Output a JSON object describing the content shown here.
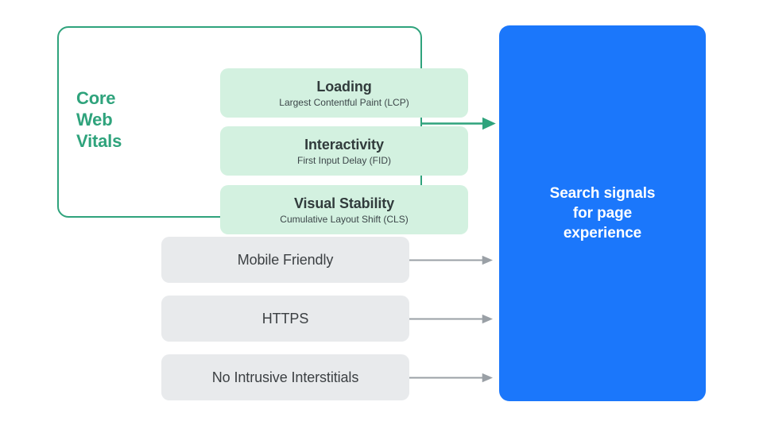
{
  "diagram": {
    "title": "Search signals for page experience",
    "colors": {
      "green_accent": "#2FA37C",
      "mint_fill": "#D3F1E0",
      "gray_fill": "#E8EAEC",
      "blue_panel": "#1B77FB",
      "gray_arrow": "#9AA0A6",
      "dark_text": "#3C4043",
      "white": "#FFFFFF",
      "background": "#FFFFFF"
    }
  },
  "core_web_vitals": {
    "label_lines": [
      "Core",
      "Web",
      "Vitals"
    ],
    "label_full": "Core Web Vitals",
    "metrics": [
      {
        "title": "Loading",
        "subtitle": "Largest Contentful Paint (LCP)",
        "abbr": "LCP"
      },
      {
        "title": "Interactivity",
        "subtitle": "First Input Delay (FID)",
        "abbr": "FID"
      },
      {
        "title": "Visual Stability",
        "subtitle": "Cumulative Layout Shift (CLS)",
        "abbr": "CLS"
      }
    ]
  },
  "other_signals": [
    {
      "label": "Mobile Friendly"
    },
    {
      "label": "HTTPS"
    },
    {
      "label": "No Intrusive Interstitials"
    }
  ],
  "output_panel": {
    "line1": "Search signals",
    "line2": "for page",
    "line3": "experience",
    "text": "Search signals for page experience"
  },
  "arrows": [
    {
      "name": "core-web-vitals-arrow",
      "color": "#2FA37C",
      "from": "core-web-vitals-group",
      "to": "search-signals-panel"
    },
    {
      "name": "mobile-friendly-arrow",
      "color": "#9AA0A6",
      "from": "mobile-friendly-box",
      "to": "search-signals-panel"
    },
    {
      "name": "https-arrow",
      "color": "#9AA0A6",
      "from": "https-box",
      "to": "search-signals-panel"
    },
    {
      "name": "no-intrusive-interstitials-arrow",
      "color": "#9AA0A6",
      "from": "no-intrusive-interstitials-box",
      "to": "search-signals-panel"
    }
  ]
}
